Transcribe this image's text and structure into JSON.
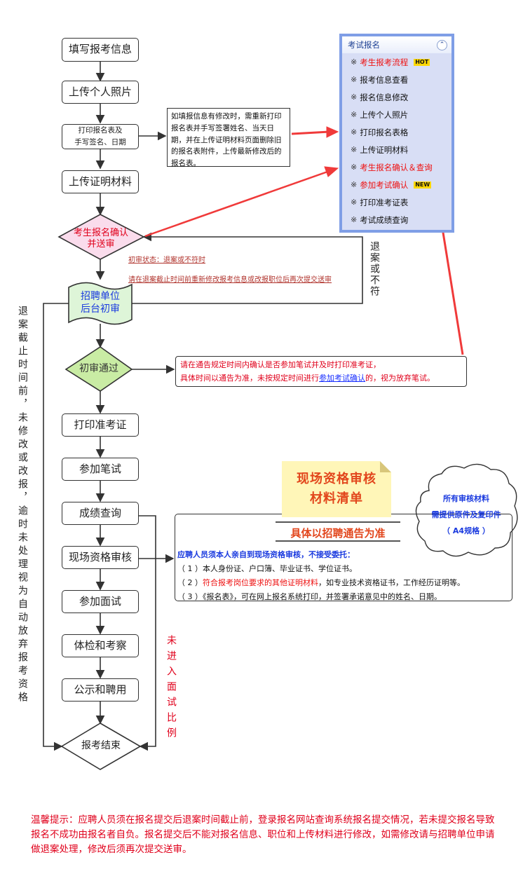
{
  "flow": {
    "steps": [
      {
        "id": "fill-info",
        "label": "填写报考信息"
      },
      {
        "id": "upload-photo",
        "label": "上传个人照片"
      },
      {
        "id": "print-form",
        "label_line1": "打印报名表及",
        "label_line2": "手写签名、日期"
      },
      {
        "id": "upload-proof",
        "label": "上传证明材料"
      },
      {
        "id": "confirm-submit",
        "label_line1": "考生报名确认",
        "label_line2": "并送审"
      },
      {
        "id": "employer-review",
        "label_line1": "招聘单位",
        "label_line2": "后台初审"
      },
      {
        "id": "review-passed",
        "label": "初审通过"
      },
      {
        "id": "print-admission",
        "label": "打印准考证"
      },
      {
        "id": "written-exam",
        "label": "参加笔试"
      },
      {
        "id": "score-query",
        "label": "成绩查询"
      },
      {
        "id": "onsite-check",
        "label": "现场资格审核"
      },
      {
        "id": "interview",
        "label": "参加面试"
      },
      {
        "id": "medical",
        "label": "体检和考察"
      },
      {
        "id": "publicize",
        "label": "公示和聘用"
      },
      {
        "id": "end",
        "label": "报考结束"
      }
    ],
    "modify_note": "如填报信息有修改时，需重新打印报名表并手写签署姓名、当天日期，并在上传证明材料页面删除旧的报名表附件，上传最新修改后的报名表。",
    "status_line1": "初审状态：退案或不符时",
    "status_line2": "请在退案截止时间前重新修改报考信息或改报职位后再次提交送审",
    "rejected_label": "退案或不符",
    "deadline_label": "退案截止时间前，未修改或改报，逾时未处理视为自动放弃报考资格",
    "not_interview_label": "未进入面试比例",
    "pass_note_line1": "请在通告规定时间内确认是否参加笔试并及时打印准考证，",
    "pass_note_line2_a": "具体时间以通告为准，未按规定时间进行",
    "pass_note_link": "参加考试确认",
    "pass_note_line2_b": "的，视为放弃笔试。"
  },
  "menu": {
    "title": "考试报名",
    "collapse_icon": "double-chevron-up",
    "items": [
      {
        "label": "考生报考流程",
        "red": true,
        "badge": "HOT"
      },
      {
        "label": "报考信息查看",
        "red": false
      },
      {
        "label": "报名信息修改",
        "red": false
      },
      {
        "label": "上传个人照片",
        "red": false
      },
      {
        "label": "打印报名表格",
        "red": false
      },
      {
        "label": "上传证明材料",
        "red": false
      },
      {
        "label": "考生报名确认＆查询",
        "red": true
      },
      {
        "label": "参加考试确认",
        "red": true,
        "badge": "NEW"
      },
      {
        "label": "打印准考证表",
        "red": false
      },
      {
        "label": "考试成绩查询",
        "red": false
      }
    ],
    "bullet": "※"
  },
  "materials": {
    "title_line1": "现场资格审核",
    "title_line2": "材料清单",
    "subtitle": "具体以招聘通告为准",
    "cloud_line1": "所有审核材料",
    "cloud_line2": "需提供原件及复印件",
    "cloud_line3": "（ A4规格 ）",
    "lead": "应聘人员须本人亲自到现场资格审核，不接受委托：",
    "item1": "（ 1 ）本人身份证、户口簿、毕业证书、学位证书。",
    "item2_prefix": "（ 2 ）",
    "item2_highlight": "符合报考岗位要求的其他证明材料",
    "item2_rest": "，如专业技术资格证书，工作经历证明等。",
    "item3": "（ 3 ）《报名表》，可在网上报名系统打印，并签署承诺意见中的姓名、日期。"
  },
  "tip": "温馨提示：应聘人员须在报名提交后退案时间截止前，登录报名网站查询系统报名提交情况，若未提交报名导致报名不成功由报名者自负。报名提交后不能对报名信息、职位和上传材料进行修改，如需修改请与招聘单位申请做退案处理，修改后须再次提交送审。",
  "colors": {
    "red_text": "#e0001b",
    "blue_text": "#1a3adf",
    "menu_border": "#7f9ee6",
    "menu_bg": "#d8def5",
    "confirm_diamond": "#fadcec",
    "pass_diamond": "#c9eca4",
    "review_flag": "#def5d8",
    "sticky": "#fff6b8",
    "arrow_red": "#f03a3a"
  }
}
